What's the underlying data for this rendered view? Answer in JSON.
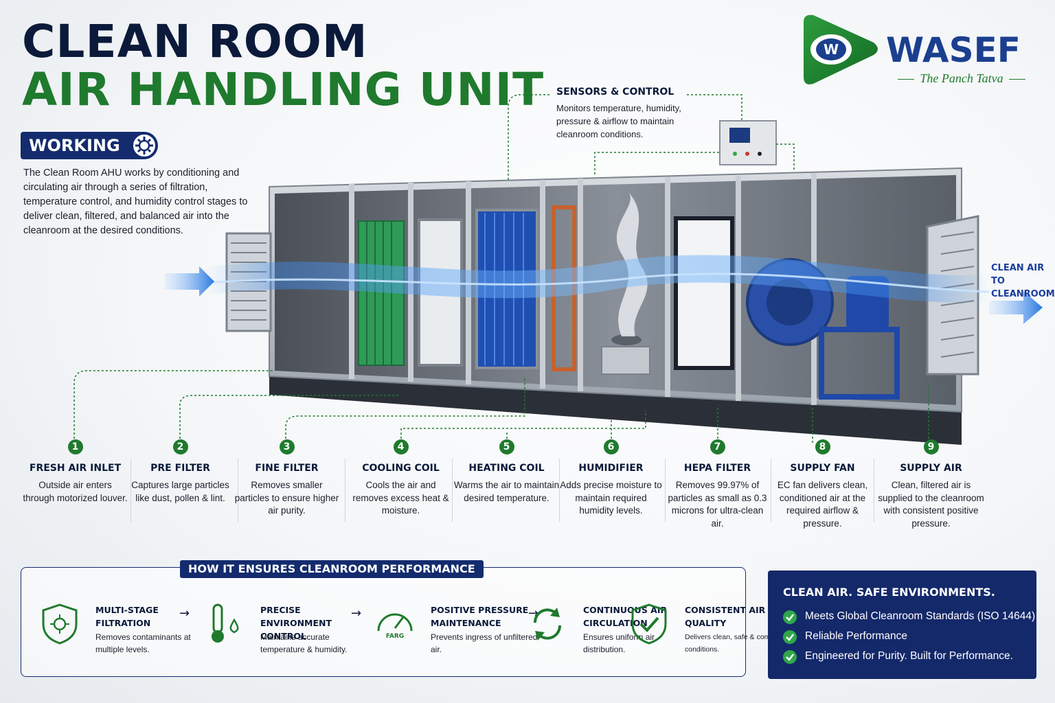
{
  "title": {
    "line1": "CLEAN ROOM",
    "line2": "AIR HANDLING UNIT"
  },
  "logo": {
    "name": "WASEF",
    "mark_letter": "W",
    "tagline": "The Panch Tatva"
  },
  "working": {
    "label": "WORKING",
    "icon": "gear-icon",
    "description": "The Clean Room AHU works by conditioning and circulating air through a series of filtration, temperature control, and humidity control stages to deliver clean, filtered, and balanced air into the cleanroom at the desired conditions."
  },
  "sensors": {
    "title": "SENSORS & CONTROL",
    "description": "Monitors temperature, humidity, pressure & airflow to maintain cleanroom conditions."
  },
  "outlet_label": "CLEAN AIR TO CLEANROOM",
  "steps": [
    {
      "num": "1",
      "title": "FRESH AIR INLET",
      "desc": "Outside air enters through motorized louver."
    },
    {
      "num": "2",
      "title": "PRE FILTER",
      "desc": "Captures large particles like dust, pollen & lint."
    },
    {
      "num": "3",
      "title": "FINE FILTER",
      "desc": "Removes smaller particles to ensure higher air purity."
    },
    {
      "num": "4",
      "title": "COOLING COIL",
      "desc": "Cools the air and removes excess heat & moisture."
    },
    {
      "num": "5",
      "title": "HEATING COIL",
      "desc": "Warms the air to maintain desired temperature."
    },
    {
      "num": "6",
      "title": "HUMIDIFIER",
      "desc": "Adds precise moisture to maintain required humidity levels."
    },
    {
      "num": "7",
      "title": "HEPA FILTER",
      "desc": "Removes 99.97% of particles as small as 0.3 microns for ultra-clean air."
    },
    {
      "num": "8",
      "title": "SUPPLY FAN",
      "desc": "EC fan delivers clean, conditioned air at the required airflow & pressure."
    },
    {
      "num": "9",
      "title": "SUPPLY AIR",
      "desc": "Clean, filtered air is supplied to the cleanroom with consistent positive pressure."
    }
  ],
  "performance": {
    "title": "HOW IT ENSURES CLEANROOM PERFORMANCE",
    "items": [
      {
        "title": "MULTI-STAGE FILTRATION",
        "desc": "Removes contaminants at multiple levels.",
        "icon": "shield-virus-icon"
      },
      {
        "title": "PRECISE ENVIRONMENT CONTROL",
        "desc": "Maintains accurate temperature & humidity.",
        "icon": "thermometer-drop-icon"
      },
      {
        "title": "POSITIVE PRESSURE MAINTENANCE",
        "desc": "Prevents ingress of unfiltered air.",
        "icon": "gauge-icon",
        "icon_text": "FARG"
      },
      {
        "title": "CONTINUOUS AIR CIRCULATION",
        "desc": "Ensures uniform air distribution.",
        "icon": "recycle-arrows-icon"
      },
      {
        "title": "CONSISTENT AIR QUALITY",
        "desc": "Delivers clean, safe & compliant conditions.",
        "icon": "shield-check-icon"
      }
    ],
    "arrow": "→"
  },
  "benefits": {
    "title": "CLEAN AIR. SAFE ENVIRONMENTS.",
    "items": [
      "Meets Global Cleanroom Standards (ISO 14644)",
      "Reliable Performance",
      "Engineered for Purity. Built for Performance."
    ]
  },
  "colors": {
    "navy": "#142c6e",
    "green": "#1f7a2e",
    "blue_flow": "#2a78e0",
    "check_green": "#2fa74a"
  }
}
